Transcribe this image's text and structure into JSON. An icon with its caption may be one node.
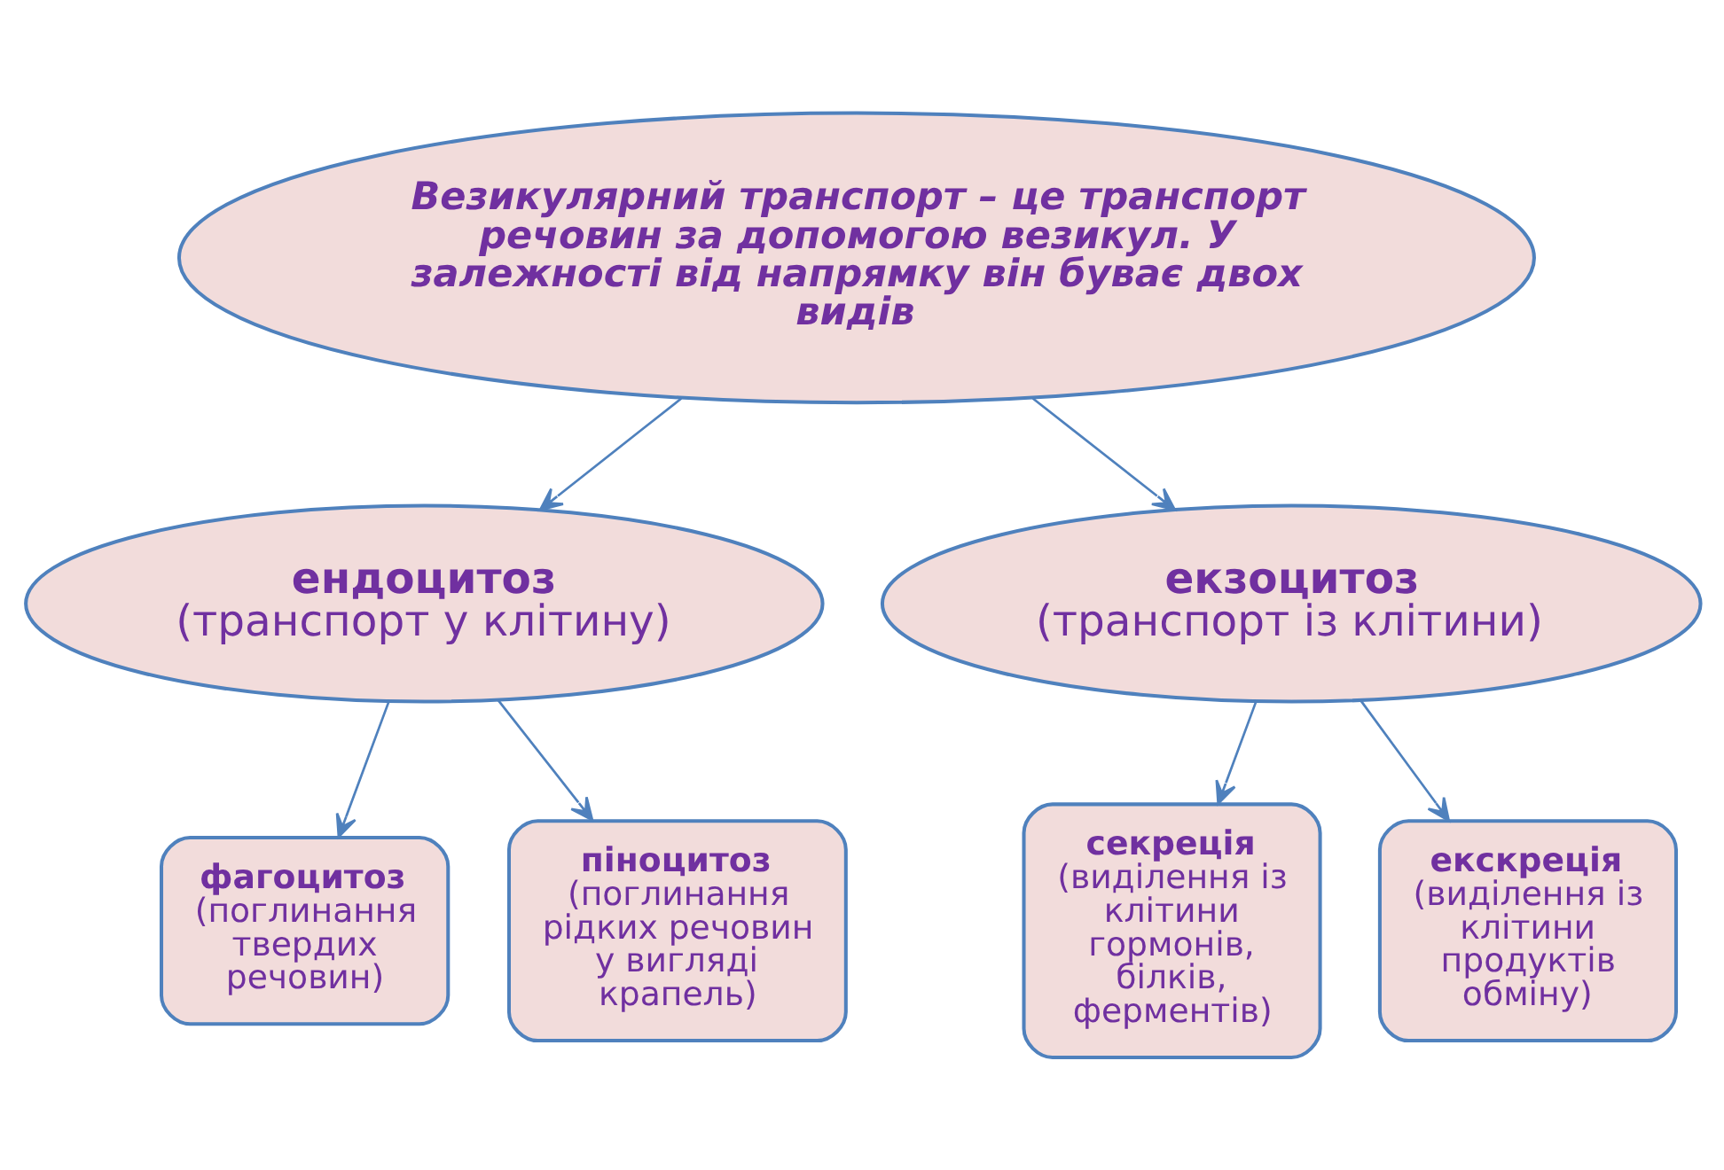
{
  "diagram": {
    "nodes": [
      {
        "text": [
          "Везикулярний транспорт – це транспорт речовин за допомогою везикул. У залежності від напрямку він буває двох видів"
        ]
      },
      {
        "text": [
          "ендоцитоз",
          "(транспорт у клітину)"
        ]
      },
      {
        "text": [
          "екзоцитоз",
          "(транспорт із клітини)"
        ]
      },
      {
        "text": [
          "фагоцитоз",
          "(поглинання твердих речовин)"
        ]
      },
      {
        "text": [
          "піноцитоз",
          "(поглинання рідких речовин у вигляді крапель)"
        ]
      },
      {
        "text": [
          "секреція",
          "(виділення із клітини гормонів, білків, ферментів)"
        ]
      },
      {
        "text": [
          "екскреція",
          "(виділення із клітини продуктів обміну)"
        ]
      }
    ],
    "edges": [
      {
        "from": 0,
        "to": 1,
        "arrow": "to"
      },
      {
        "from": 0,
        "to": 2,
        "arrow": "to"
      },
      {
        "from": 1,
        "to": 3,
        "arrow": "to"
      },
      {
        "from": 1,
        "to": 4,
        "arrow": "to"
      },
      {
        "from": 2,
        "to": 5,
        "arrow": "to"
      },
      {
        "from": 2,
        "to": 6,
        "arrow": "to"
      }
    ]
  }
}
